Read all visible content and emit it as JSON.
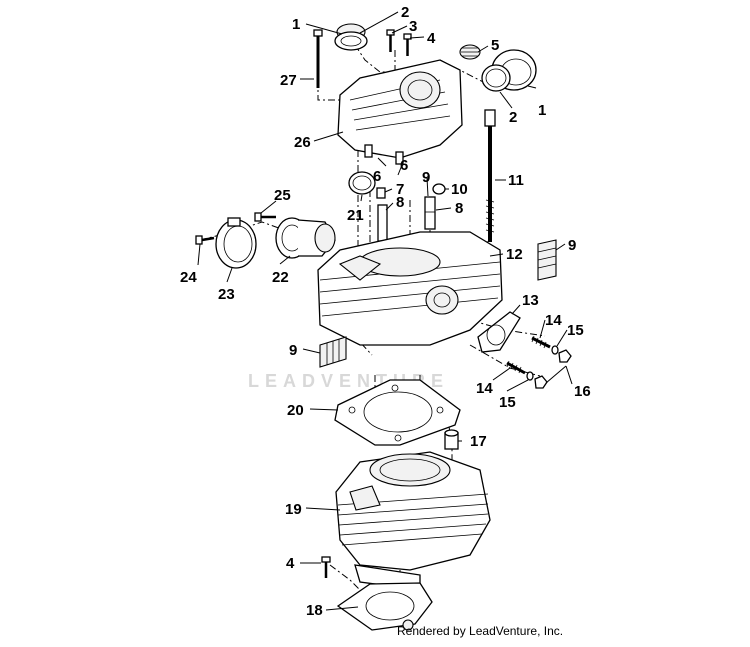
{
  "watermark": "LEADVENTURE",
  "credit": "Rendered by LeadVenture, Inc.",
  "callouts": [
    {
      "id": "c1a",
      "text": "1"
    },
    {
      "id": "c2a",
      "text": "2"
    },
    {
      "id": "c3",
      "text": "3"
    },
    {
      "id": "c4a",
      "text": "4"
    },
    {
      "id": "c5",
      "text": "5"
    },
    {
      "id": "c1b",
      "text": "1"
    },
    {
      "id": "c2b",
      "text": "2"
    },
    {
      "id": "c27",
      "text": "27"
    },
    {
      "id": "c26",
      "text": "26"
    },
    {
      "id": "c6a",
      "text": "6"
    },
    {
      "id": "c6b",
      "text": "6"
    },
    {
      "id": "c7",
      "text": "7"
    },
    {
      "id": "c9a",
      "text": "9"
    },
    {
      "id": "c10",
      "text": "10"
    },
    {
      "id": "c11",
      "text": "11"
    },
    {
      "id": "c8a",
      "text": "8"
    },
    {
      "id": "c8b",
      "text": "8"
    },
    {
      "id": "c21",
      "text": "21"
    },
    {
      "id": "c25",
      "text": "25"
    },
    {
      "id": "c9b",
      "text": "9"
    },
    {
      "id": "c12",
      "text": "12"
    },
    {
      "id": "c24",
      "text": "24"
    },
    {
      "id": "c22",
      "text": "22"
    },
    {
      "id": "c23",
      "text": "23"
    },
    {
      "id": "c13",
      "text": "13"
    },
    {
      "id": "c14a",
      "text": "14"
    },
    {
      "id": "c15a",
      "text": "15"
    },
    {
      "id": "c9c",
      "text": "9"
    },
    {
      "id": "c14b",
      "text": "14"
    },
    {
      "id": "c16",
      "text": "16"
    },
    {
      "id": "c15b",
      "text": "15"
    },
    {
      "id": "c20",
      "text": "20"
    },
    {
      "id": "c17",
      "text": "17"
    },
    {
      "id": "c19",
      "text": "19"
    },
    {
      "id": "c4b",
      "text": "4"
    },
    {
      "id": "c18",
      "text": "18"
    }
  ]
}
